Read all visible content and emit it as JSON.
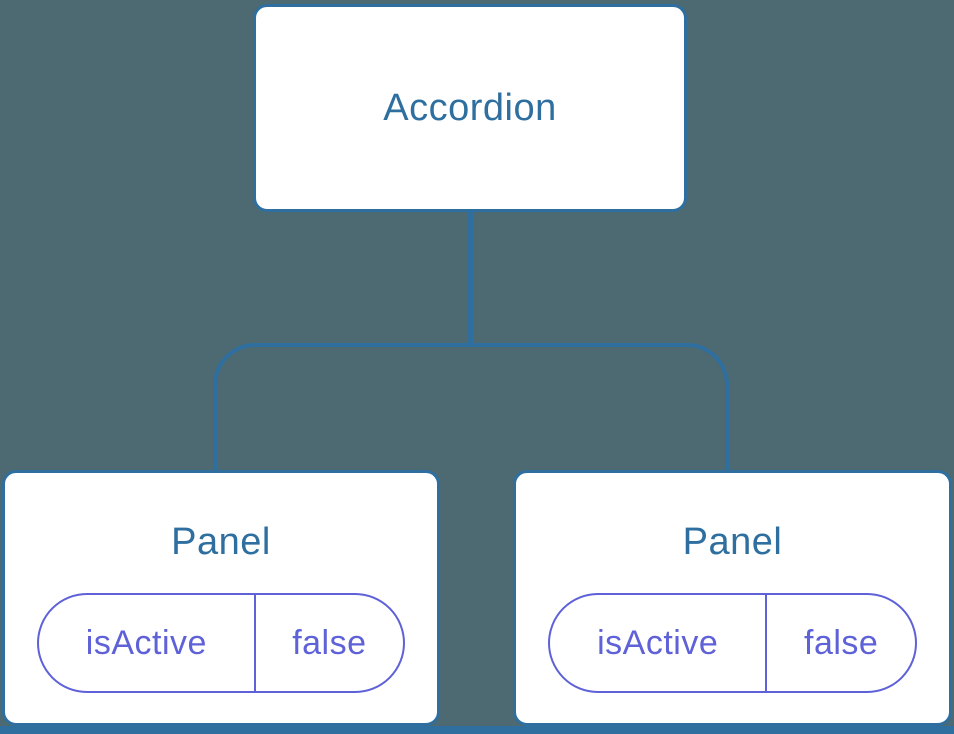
{
  "colors": {
    "background": "#4d6971",
    "node_border": "#2e6f9f",
    "node_text": "#2e6f9f",
    "node_fill": "#ffffff",
    "connector": "#2e6f9f",
    "state_accent": "#5e61d8"
  },
  "tree": {
    "root": {
      "label": "Accordion"
    },
    "children": [
      {
        "label": "Panel",
        "state": {
          "key": "isActive",
          "value": "false"
        }
      },
      {
        "label": "Panel",
        "state": {
          "key": "isActive",
          "value": "false"
        }
      }
    ]
  }
}
